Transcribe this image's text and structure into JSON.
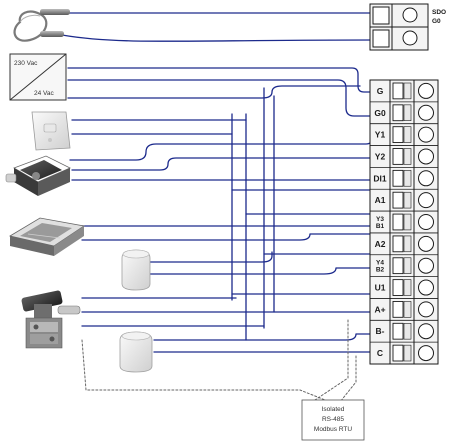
{
  "terminals": [
    {
      "label": "G"
    },
    {
      "label": "G0"
    },
    {
      "label": "Y1"
    },
    {
      "label": "Y2"
    },
    {
      "label": "DI1"
    },
    {
      "label": "A1"
    },
    {
      "label": "Y3",
      "label2": "B1"
    },
    {
      "label": "A2"
    },
    {
      "label": "Y4",
      "label2": "B2"
    },
    {
      "label": "U1"
    },
    {
      "label": "A+"
    },
    {
      "label": "B-"
    },
    {
      "label": "C"
    }
  ],
  "top_connector": {
    "label_line1": "SDO",
    "label_line2": "G0"
  },
  "power_supply": {
    "input_label": "230 Vac",
    "output_label": "24 Vac"
  },
  "modbus_box": {
    "line1": "Isolated",
    "line2": "RS-485",
    "line3": "Modbus RTU"
  },
  "colors": {
    "wire_blue": "#1c2a8c",
    "wire_dotted": "#555555",
    "terminal_fill": "#f4f4f4",
    "terminal_stroke": "#1a1a1a"
  }
}
